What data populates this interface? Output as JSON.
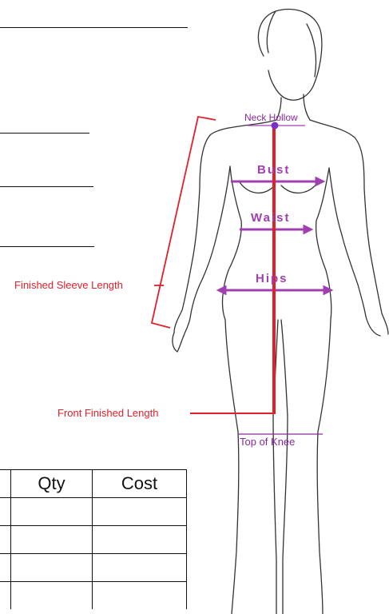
{
  "measurement_labels": {
    "neck_hollow": "Neck Hollow",
    "bust": "Bust",
    "waist": "Waist",
    "hips": "Hips",
    "top_of_knee": "Top of Knee",
    "finished_sleeve_length": "Finished Sleeve Length",
    "front_finished_length": "Front Finished Length"
  },
  "order_table": {
    "headers": [
      "",
      "Qty",
      "Cost"
    ],
    "rows": [
      [
        "",
        "",
        ""
      ],
      [
        "",
        "",
        ""
      ],
      [
        "",
        "",
        ""
      ],
      [
        "",
        "",
        ""
      ]
    ]
  },
  "colors": {
    "measure_red": "#e0202b",
    "measure_purple": "#a040b0",
    "outline": "#333333"
  }
}
